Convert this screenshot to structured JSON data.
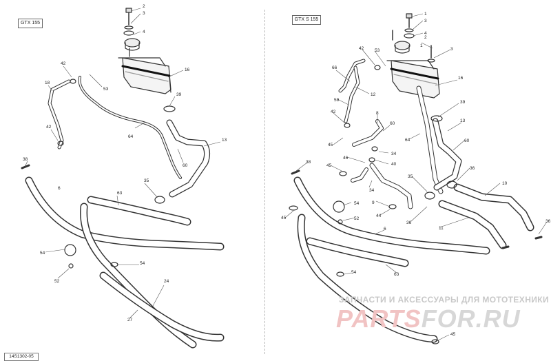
{
  "left_panel": {
    "model": "GTX 155",
    "labels": [
      {
        "id": "2"
      },
      {
        "id": "3"
      },
      {
        "id": "4"
      },
      {
        "id": "42"
      },
      {
        "id": "18"
      },
      {
        "id": "53"
      },
      {
        "id": "16"
      },
      {
        "id": "39"
      },
      {
        "id": "42"
      },
      {
        "id": "64"
      },
      {
        "id": "13"
      },
      {
        "id": "38"
      },
      {
        "id": "60"
      },
      {
        "id": "6"
      },
      {
        "id": "35"
      },
      {
        "id": "63"
      },
      {
        "id": "54"
      },
      {
        "id": "54"
      },
      {
        "id": "52"
      },
      {
        "id": "24"
      },
      {
        "id": "27"
      }
    ]
  },
  "right_panel": {
    "model": "GTX S 155",
    "labels": [
      {
        "id": "1"
      },
      {
        "id": "3"
      },
      {
        "id": "2"
      },
      {
        "id": "4"
      },
      {
        "id": "1"
      },
      {
        "id": "3"
      },
      {
        "id": "42"
      },
      {
        "id": "53"
      },
      {
        "id": "66"
      },
      {
        "id": "12"
      },
      {
        "id": "59"
      },
      {
        "id": "16"
      },
      {
        "id": "39"
      },
      {
        "id": "42"
      },
      {
        "id": "8"
      },
      {
        "id": "60"
      },
      {
        "id": "13"
      },
      {
        "id": "45"
      },
      {
        "id": "64"
      },
      {
        "id": "60"
      },
      {
        "id": "34"
      },
      {
        "id": "46"
      },
      {
        "id": "40"
      },
      {
        "id": "38"
      },
      {
        "id": "45"
      },
      {
        "id": "36"
      },
      {
        "id": "35"
      },
      {
        "id": "10"
      },
      {
        "id": "34"
      },
      {
        "id": "54"
      },
      {
        "id": "9"
      },
      {
        "id": "52"
      },
      {
        "id": "44"
      },
      {
        "id": "36"
      },
      {
        "id": "45"
      },
      {
        "id": "36"
      },
      {
        "id": "6"
      },
      {
        "id": "11"
      },
      {
        "id": "54"
      },
      {
        "id": "63"
      },
      {
        "id": "45"
      }
    ]
  },
  "figure_code": "14S1302-05",
  "watermark": {
    "tagline": "ЗАПЧАСТИ И АКСЕССУАРЫ ДЛЯ МОТОТЕХНИКИ",
    "brand_part1": "PARTS",
    "brand_part2": "FOR.RU"
  }
}
